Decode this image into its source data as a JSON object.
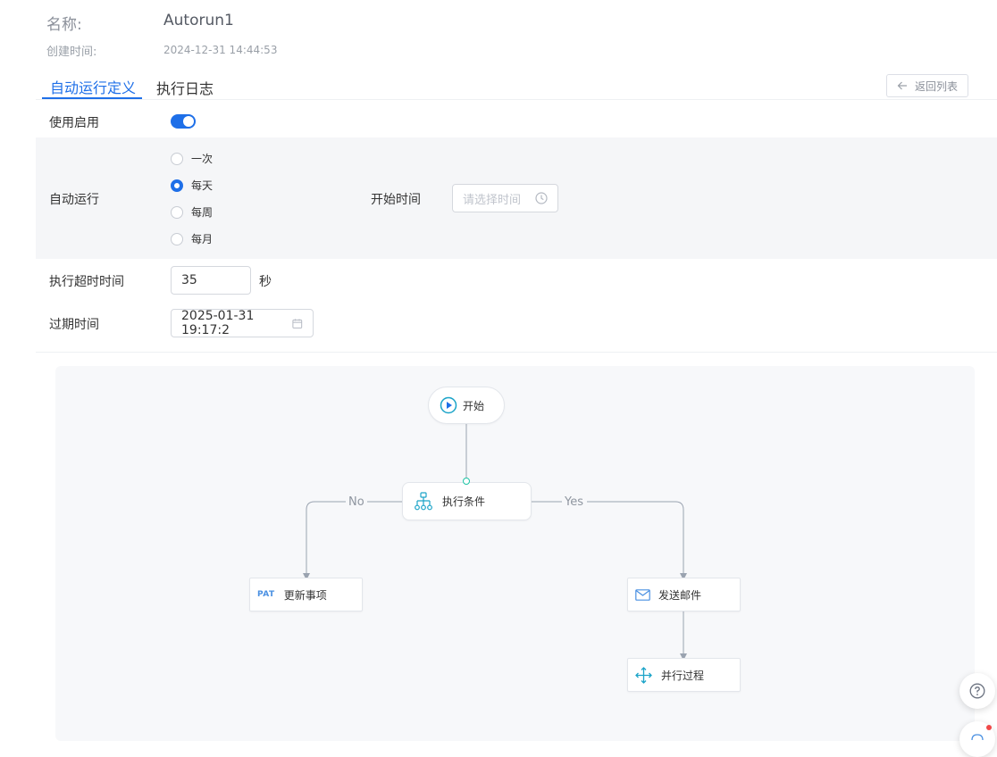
{
  "header": {
    "name_label": "名称:",
    "name_value": "Autorun1",
    "created_label": "创建时间:",
    "created_value": "2024-12-31 14:44:53"
  },
  "tabs": [
    {
      "label": "自动运行定义",
      "active": true
    },
    {
      "label": "执行日志",
      "active": false
    }
  ],
  "back_button": {
    "label": "返回列表",
    "icon": "arrow-left-icon"
  },
  "form": {
    "enable_label": "使用启用",
    "enable_on": true,
    "autorun_label": "自动运行",
    "options": [
      {
        "label": "一次",
        "checked": false
      },
      {
        "label": "每天",
        "checked": true
      },
      {
        "label": "每周",
        "checked": false
      },
      {
        "label": "每月",
        "checked": false
      }
    ],
    "start_time_label": "开始时间",
    "start_time_placeholder": "请选择时间",
    "timeout_label": "执行超时时间",
    "timeout_value": "35",
    "timeout_unit": "秒",
    "expire_label": "过期时间",
    "expire_value": "2025-01-31 19:17:2"
  },
  "flow": {
    "start": "开始",
    "condition": "执行条件",
    "no_label": "No",
    "yes_label": "Yes",
    "update_badge": "PAT",
    "update": "更新事项",
    "email": "发送邮件",
    "parallel": "并行过程"
  },
  "colors": {
    "accent": "#1e6fe8",
    "teal": "#1aa3c8",
    "edge": "#9aa3b0"
  }
}
